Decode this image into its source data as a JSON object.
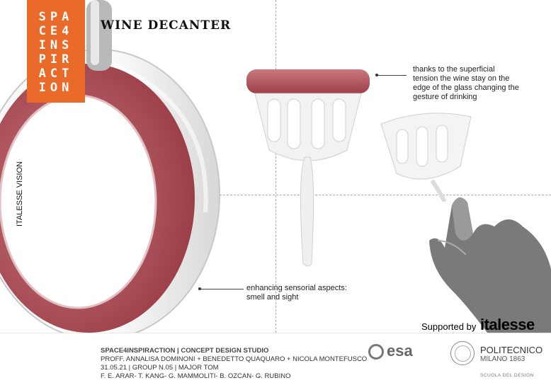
{
  "logo": {
    "lines": [
      "SPA",
      "CE4",
      "INS",
      "PIR",
      "ACT",
      "ION"
    ],
    "color": "#ea6a2a"
  },
  "title": "WINE DECANTER",
  "side_label": "ITALESSE VISION",
  "annotations": {
    "top_right": "thanks to the superficial tension the wine stay on the edge of the glass changing the gesture of drinking",
    "bottom_middle": "enhancing sensorial aspects: smell and sight"
  },
  "supported": {
    "prefix": "Supported by",
    "brand": "italesse"
  },
  "credits": {
    "line1": "SPACE4INSPIRACTION | CONCEPT DESIGN STUDIO",
    "line2": "PROFF. ANNALISA DOMINONI + BENEDETTO QUAQUARO + NICOLA MONTEFUSCO",
    "line3": "31.05.21 | GROUP N.05 | MAJOR TOM",
    "line4": "F. E. ARAR- T. KANG- G. MAMMOLITI- B. OZCAN- G. RUBINO"
  },
  "partners": {
    "esa": "esa",
    "polimi_name": "POLITECNICO",
    "polimi_city": "MILANO 1863",
    "polimi_school": "SCUOLA DEL DESIGN"
  },
  "colors": {
    "wine": "#b4525a",
    "accent": "#ea6a2a"
  }
}
